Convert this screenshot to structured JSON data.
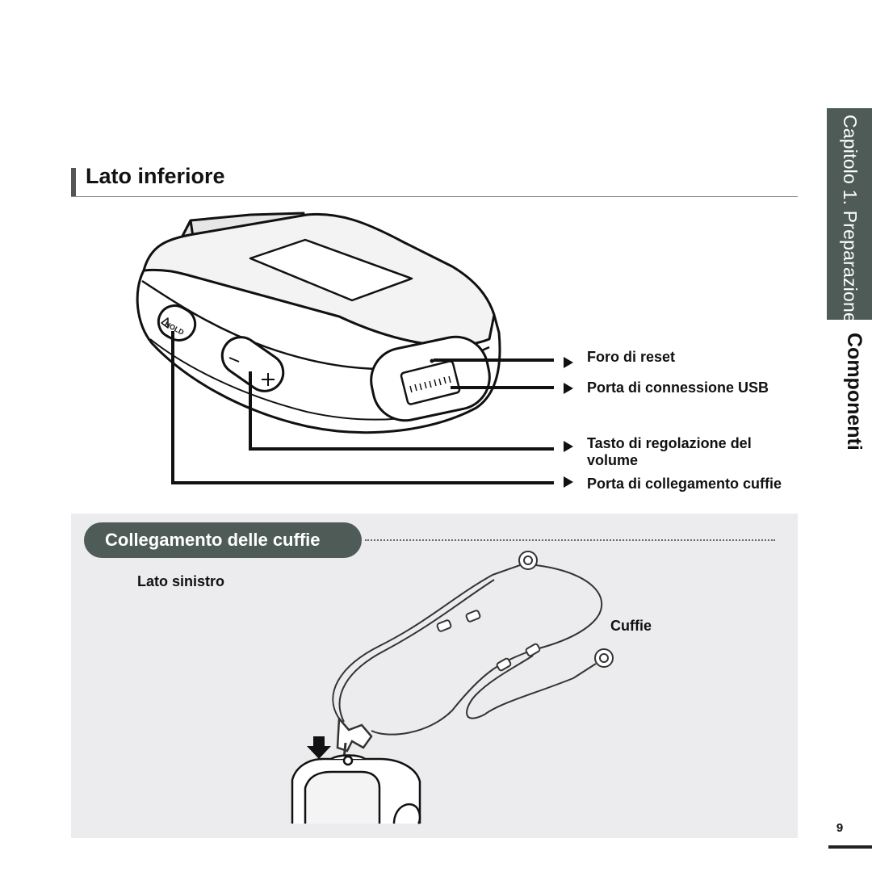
{
  "side_tab": {
    "chapter": "Capitolo 1. Preparazione",
    "section": "Componenti"
  },
  "header": {
    "title": "Lato inferiore"
  },
  "device": {
    "hold_label": "HOLD",
    "minus_symbol": "−",
    "plus_symbol": "+"
  },
  "callouts": [
    {
      "label": "Foro di reset"
    },
    {
      "label": "Porta di connessione USB"
    },
    {
      "label": "Tasto di regolazione del volume"
    },
    {
      "label": "Porta di collegamento cuffie"
    }
  ],
  "earphones": {
    "heading": "Collegamento delle cuffie",
    "left_side_label": "Lato sinistro",
    "earphones_label": "Cuffie"
  },
  "page": {
    "number": "9"
  },
  "colors": {
    "tab_background": "#4f5b57",
    "panel_background": "#ececee"
  }
}
